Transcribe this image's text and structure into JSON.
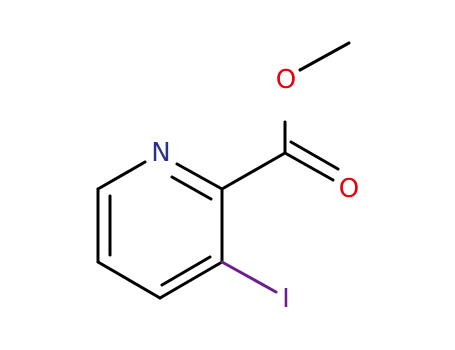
{
  "molecule": {
    "atoms": {
      "nitrogen": {
        "symbol": "N",
        "color": "#2e2e8c"
      },
      "ether_oxygen": {
        "symbol": "O",
        "color": "#e8000b"
      },
      "carbonyl_oxygen": {
        "symbol": "O",
        "color": "#e8000b"
      },
      "iodine": {
        "symbol": "I",
        "color": "#6a1f8f"
      }
    },
    "bond_color": "#000000"
  }
}
